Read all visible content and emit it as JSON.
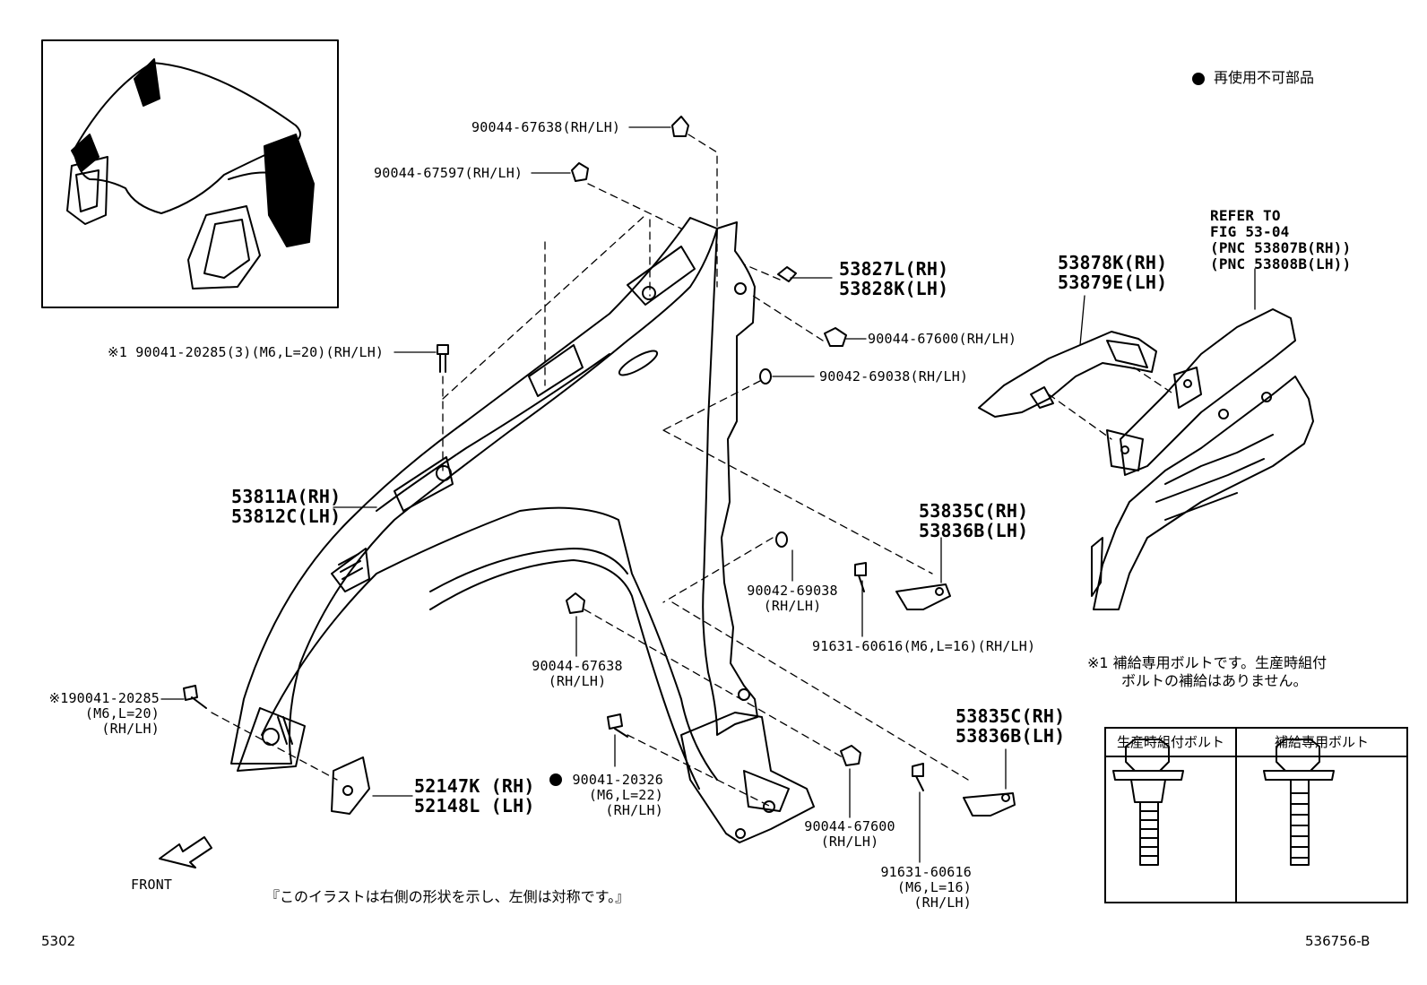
{
  "legend": {
    "non_reusable": "再使用不可部品"
  },
  "refer": {
    "line1": "REFER TO",
    "line2": "FIG 53-04",
    "line3": "(PNC 53807B(RH))",
    "line4": "(PNC 53808B(LH))"
  },
  "labels": {
    "p1": "90044-67638(RH/LH)",
    "p2": "90044-67597(RH/LH)",
    "p3_prefix": "※1",
    "p3": "90041-20285(3)(M6,L=20)(RH/LH)",
    "p4_rh": "53827L(RH)",
    "p4_lh": "53828K(LH)",
    "p5": "90044-67600(RH/LH)",
    "p6": "90042-69038(RH/LH)",
    "p7_rh": "53878K(RH)",
    "p7_lh": "53879E(LH)",
    "p8_rh": "53811A(RH)",
    "p8_lh": "53812C(LH)",
    "p9_rh": "53835C(RH)",
    "p9_lh": "53836B(LH)",
    "p10_a": "90042-69038",
    "p10_b": "(RH/LH)",
    "p11": "91631-60616(M6,L=16)(RH/LH)",
    "p12_a": "90044-67638",
    "p12_b": "(RH/LH)",
    "p13_a": "※190041-20285",
    "p13_b": "(M6,L=20)",
    "p13_c": "(RH/LH)",
    "p14_a": "90041-20326",
    "p14_b": "(M6,L=22)",
    "p14_c": "(RH/LH)",
    "p15_rh": "53835C(RH)",
    "p15_lh": "53836B(LH)",
    "p16_rh": "52147K (RH)",
    "p16_lh": "52148L (LH)",
    "p17_a": "90044-67600",
    "p17_b": "(RH/LH)",
    "p18_a": "91631-60616",
    "p18_b": "(M6,L=16)",
    "p18_c": "(RH/LH)"
  },
  "note": {
    "line1": "※1 補給専用ボルトです。生産時組付",
    "line2": "ボルトの補給はありません。"
  },
  "table": {
    "col1": "生産時組付ボルト",
    "col2": "補給専用ボルト"
  },
  "front_label": "FRONT",
  "caption": "『このイラストは右側の形状を示し、左側は対称です。』",
  "page_code": "5302",
  "fig_code": "536756-B"
}
